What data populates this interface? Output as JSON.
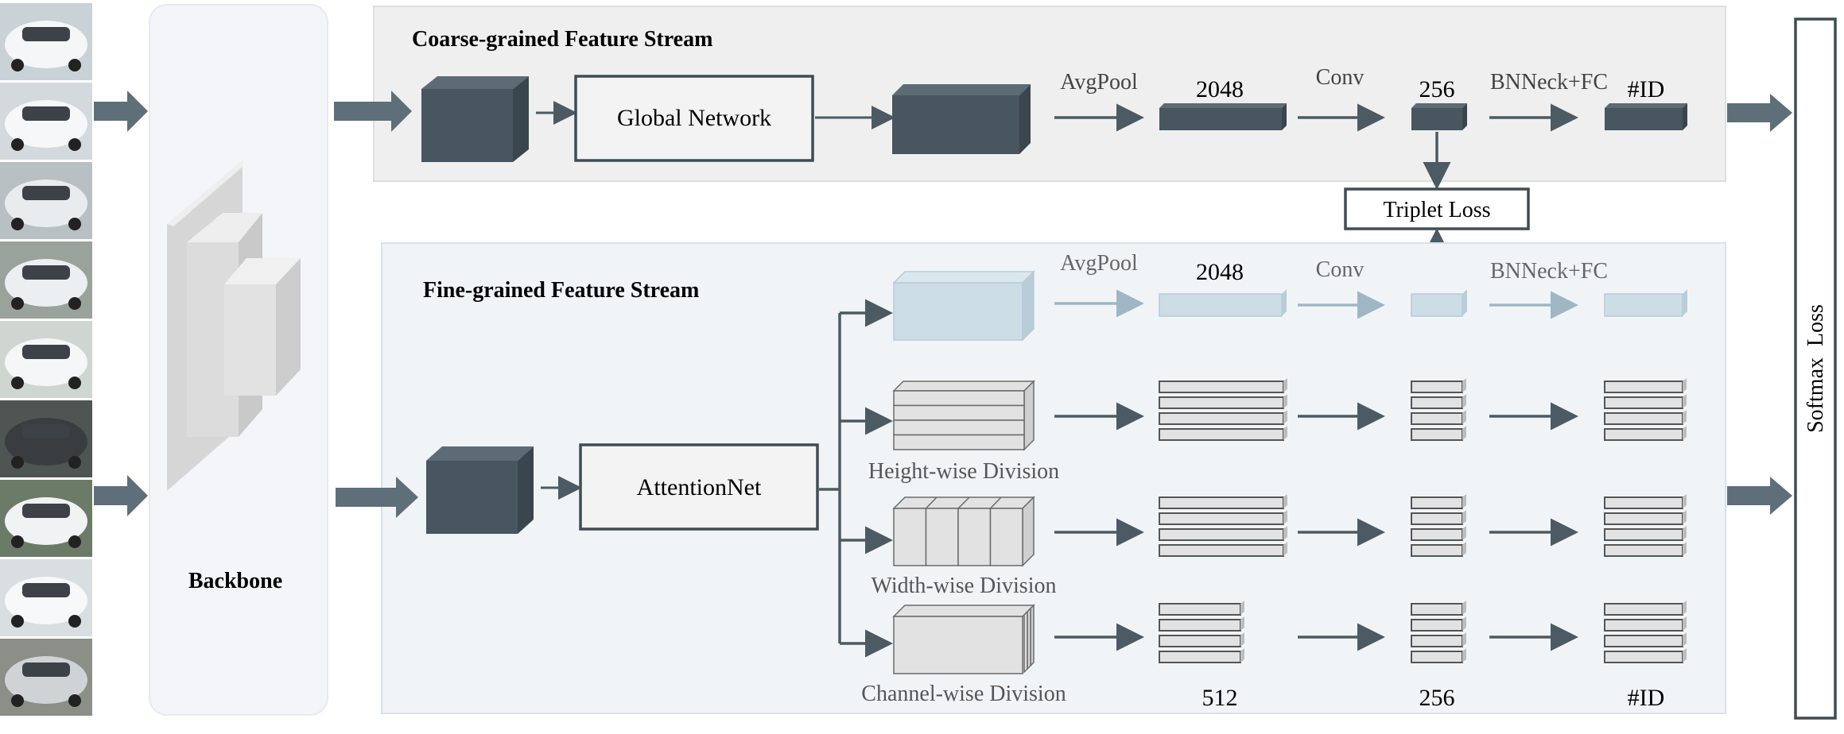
{
  "coarse_stream": {
    "title": "Coarse-grained Feature Stream",
    "global_module": "Global Network",
    "avgpool": "AvgPool",
    "dim_2048": "2048",
    "conv": "Conv",
    "dim_256": "256",
    "bnneck_fc": "BNNeck+FC",
    "id": "#ID"
  },
  "fine_stream": {
    "title": "Fine-grained Feature Stream",
    "attention_module": "AttentionNet",
    "avgpool": "AvgPool",
    "dim_2048": "2048",
    "conv": "Conv",
    "bnneck_fc": "BNNeck+FC",
    "height_division": "Height-wise Division",
    "width_division": "Width-wise Division",
    "channel_division": "Channel-wise Division",
    "dim_512": "512",
    "dim_256": "256",
    "id": "#ID"
  },
  "backbone": {
    "label": "Backbone"
  },
  "triplet_loss": "Triplet Loss",
  "softmax_loss": "Softmax  Loss",
  "colors": {
    "dark_block": "#48565f",
    "light_block": "#cddde6",
    "gray_block": "#e2e2e2",
    "arrow": "#4c5a63",
    "light_arrow": "#9fb6c4"
  }
}
